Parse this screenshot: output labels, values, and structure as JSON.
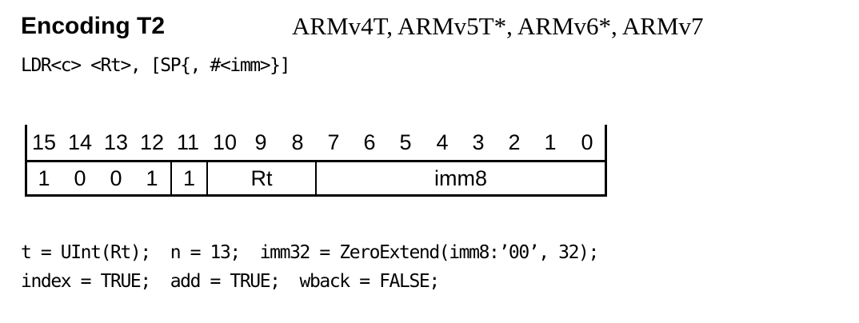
{
  "encoding": {
    "title": "Encoding T2",
    "architectures": "ARMv4T, ARMv5T*, ARMv6*, ARMv7",
    "syntax": "LDR<c> <Rt>, [SP{, #<imm>}]"
  },
  "bit_diagram": {
    "bit_numbers": [
      "15",
      "14",
      "13",
      "12",
      "11",
      "10",
      "9",
      "8",
      "7",
      "6",
      "5",
      "4",
      "3",
      "2",
      "1",
      "0"
    ],
    "fields": [
      {
        "bits": "15",
        "value": "1"
      },
      {
        "bits": "14",
        "value": "0"
      },
      {
        "bits": "13",
        "value": "0"
      },
      {
        "bits": "12",
        "value": "1"
      },
      {
        "bits": "11",
        "value": "1"
      },
      {
        "bits": "10:8",
        "value": "Rt"
      },
      {
        "bits": "7:0",
        "value": "imm8"
      }
    ]
  },
  "pseudocode": {
    "lines": [
      "t = UInt(Rt);  n = 13;  imm32 = ZeroExtend(imm8:’00’, 32);",
      "index = TRUE;  add = TRUE;  wback = FALSE;"
    ]
  }
}
